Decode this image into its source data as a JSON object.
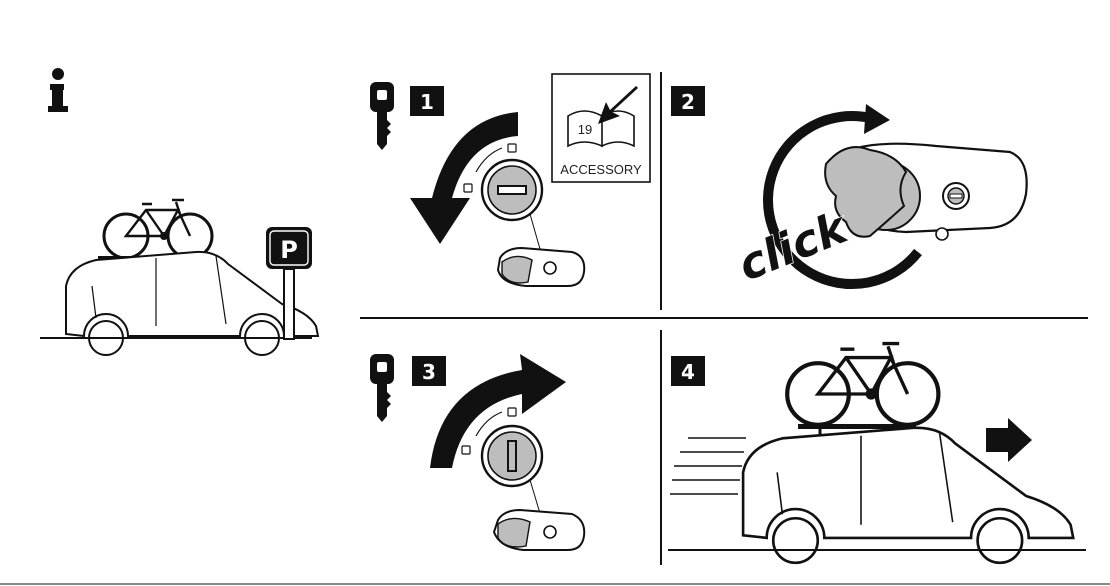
{
  "info": {
    "icon": "info-icon"
  },
  "parking": {
    "sign_letter": "P"
  },
  "steps": [
    {
      "number": "1"
    },
    {
      "number": "2"
    },
    {
      "number": "3"
    },
    {
      "number": "4"
    }
  ],
  "accessory": {
    "page_number": "19",
    "label": "ACCESSORY"
  },
  "step2": {
    "sound_word": "click"
  },
  "colors": {
    "ink": "#111111",
    "lock_face": "#bdbdbd",
    "white": "#ffffff"
  }
}
